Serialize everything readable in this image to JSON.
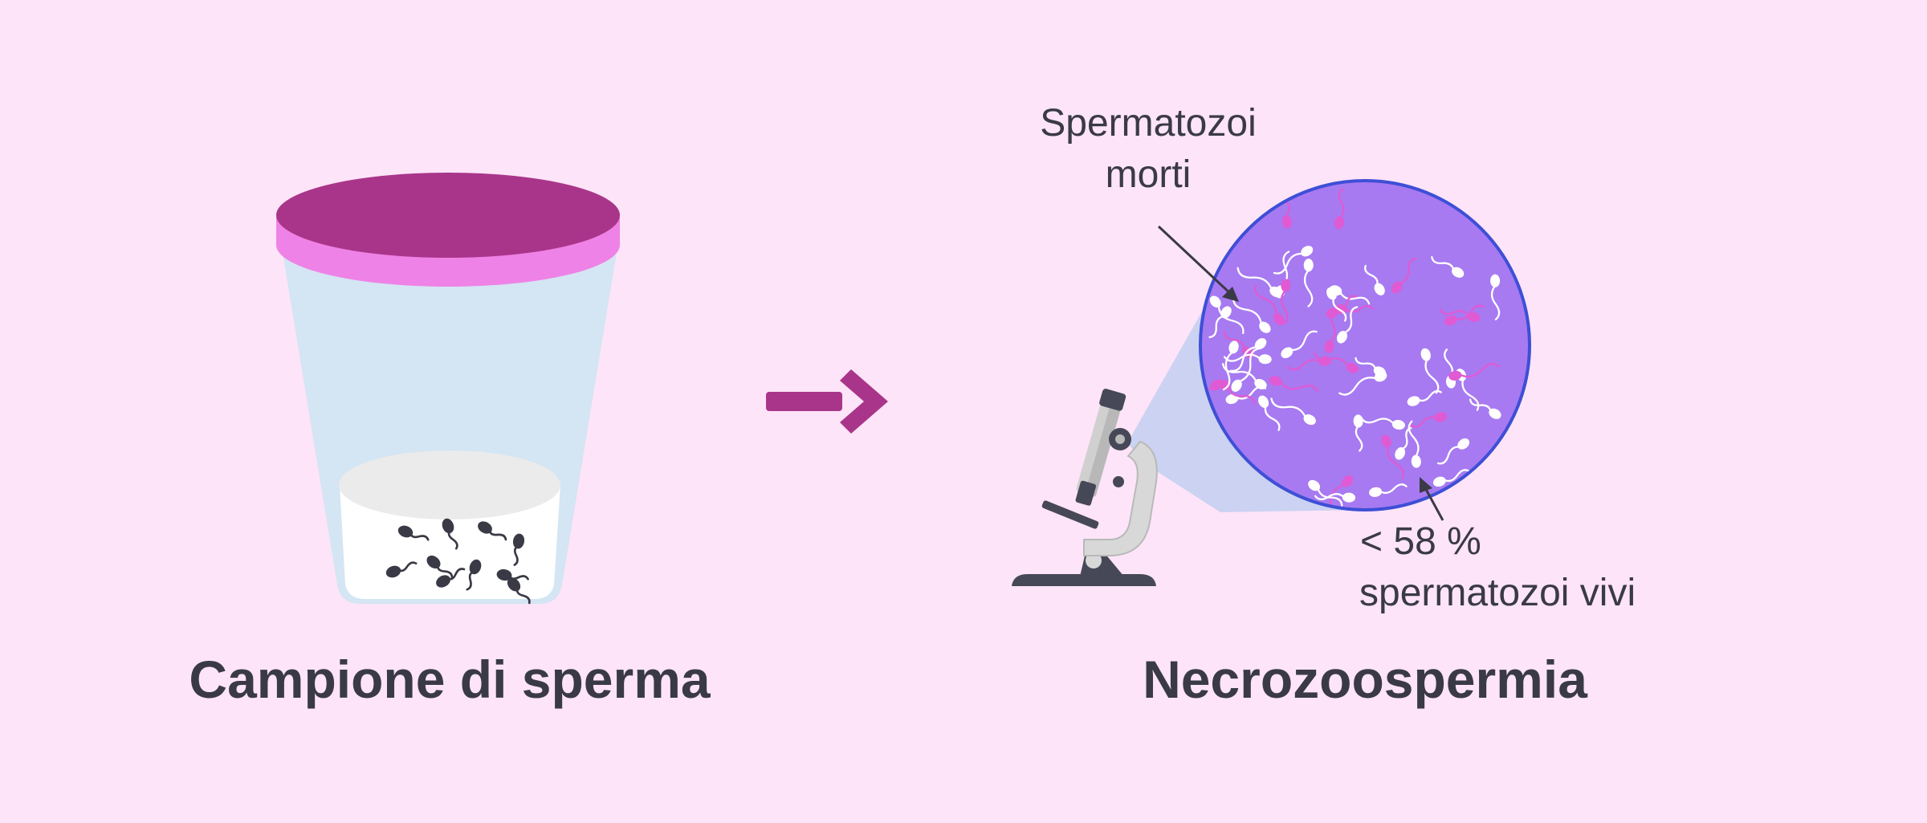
{
  "left_panel": {
    "caption": "Campione di sperma"
  },
  "right_panel": {
    "caption": "Necrozoospermia",
    "label_dead_line1": "Spermatozoi",
    "label_dead_line2": "morti",
    "label_alive_line1": "< 58 %",
    "label_alive_line2": "spermatozoi vivi"
  },
  "colors": {
    "background": "#fde4f8",
    "lid_top": "#a9358a",
    "lid_rim": "#ef82e6",
    "cup": "#d4e5f3",
    "arrow": "#a9358a",
    "circle_fill": "#a77af1",
    "circle_stroke": "#3e4fd6",
    "sperm_dead": "#e05ad4",
    "sperm_alive": "#ffffff",
    "sperm_sample": "#3a3a46",
    "text": "#3a3a46"
  },
  "icons": [
    "sample-cup-icon",
    "arrow-right-icon",
    "microscope-icon",
    "magnified-view-icon"
  ]
}
